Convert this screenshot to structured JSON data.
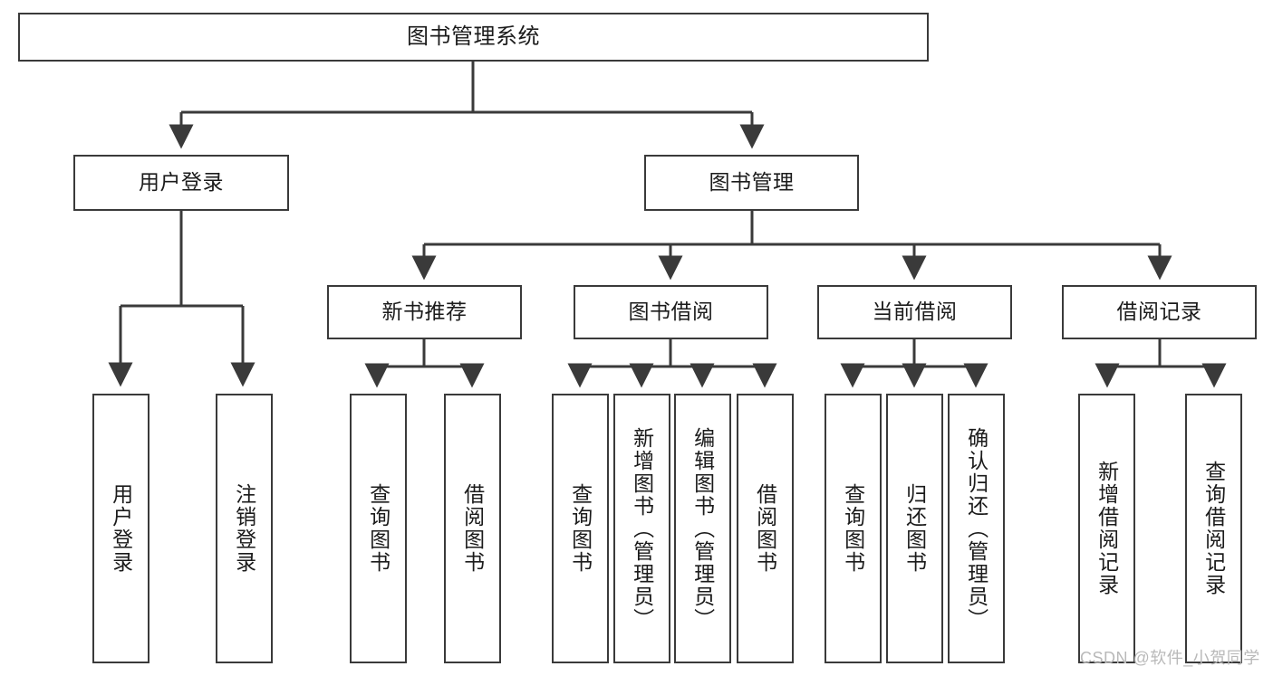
{
  "diagram": {
    "title": "图书管理系统",
    "watermark": "CSDN @软件_小贺同学",
    "colors": {
      "stroke": "#3a3a3a",
      "fill": "#ffffff",
      "text": "#1b1b1b",
      "watermark": "#b9b9b9"
    },
    "nodes": {
      "root": {
        "label": "图书管理系统"
      },
      "level1": [
        {
          "id": "user-login",
          "label": "用户登录"
        },
        {
          "id": "book-manage",
          "label": "图书管理"
        }
      ],
      "level2": [
        {
          "id": "new-book-recommend",
          "label": "新书推荐"
        },
        {
          "id": "book-borrow",
          "label": "图书借阅"
        },
        {
          "id": "current-borrow",
          "label": "当前借阅"
        },
        {
          "id": "borrow-record",
          "label": "借阅记录"
        }
      ],
      "leaves": {
        "user_login": [
          {
            "id": "leaf-user-login",
            "label": "用户登录"
          },
          {
            "id": "leaf-user-logout",
            "label": "注销登录"
          }
        ],
        "new_book_recommend": [
          {
            "id": "leaf-query-book-1",
            "label": "查询图书"
          },
          {
            "id": "leaf-borrow-book-1",
            "label": "借阅图书"
          }
        ],
        "book_borrow": [
          {
            "id": "leaf-query-book-2",
            "label": "查询图书"
          },
          {
            "id": "leaf-add-book",
            "label": "新增图书（管理员）"
          },
          {
            "id": "leaf-edit-book",
            "label": "编辑图书（管理员）"
          },
          {
            "id": "leaf-borrow-book-2",
            "label": "借阅图书"
          }
        ],
        "current_borrow": [
          {
            "id": "leaf-query-book-3",
            "label": "查询图书"
          },
          {
            "id": "leaf-return-book",
            "label": "归还图书"
          },
          {
            "id": "leaf-confirm-return",
            "label": "确认归还（管理员）"
          }
        ],
        "borrow_record": [
          {
            "id": "leaf-add-record",
            "label": "新增借阅记录"
          },
          {
            "id": "leaf-query-record",
            "label": "查询借阅记录"
          }
        ]
      }
    }
  }
}
